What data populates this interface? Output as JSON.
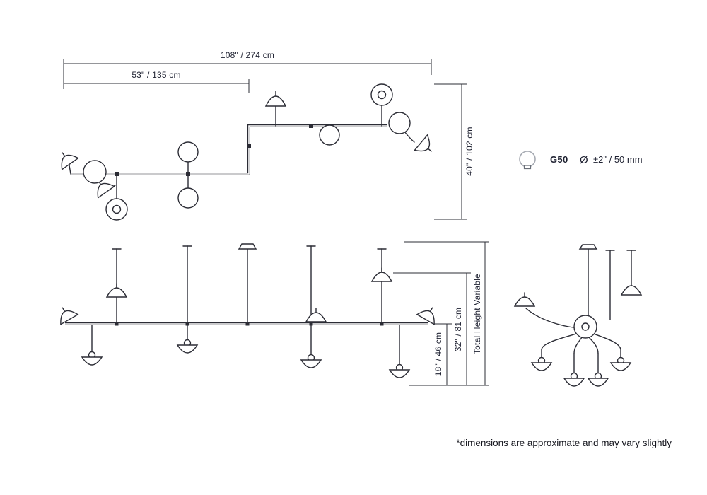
{
  "page": {
    "background": "#ffffff",
    "line_color": "#2b2c35",
    "text_color": "#1d2030",
    "footer_note": "*dimensions are approximate and may vary slightly"
  },
  "plan_view": {
    "width_total": "108\" / 274 cm",
    "width_partial": "53\" / 135 cm",
    "depth": "40\" / 102 cm"
  },
  "bulb_spec": {
    "model": "G50",
    "diameter_symbol": "Ø",
    "tolerance": "±2\" / 50 mm"
  },
  "front_view": {
    "drop_min": "18\" / 46 cm",
    "drop_mid": "32\" / 81 cm",
    "height_note": "Total Height Variable"
  }
}
